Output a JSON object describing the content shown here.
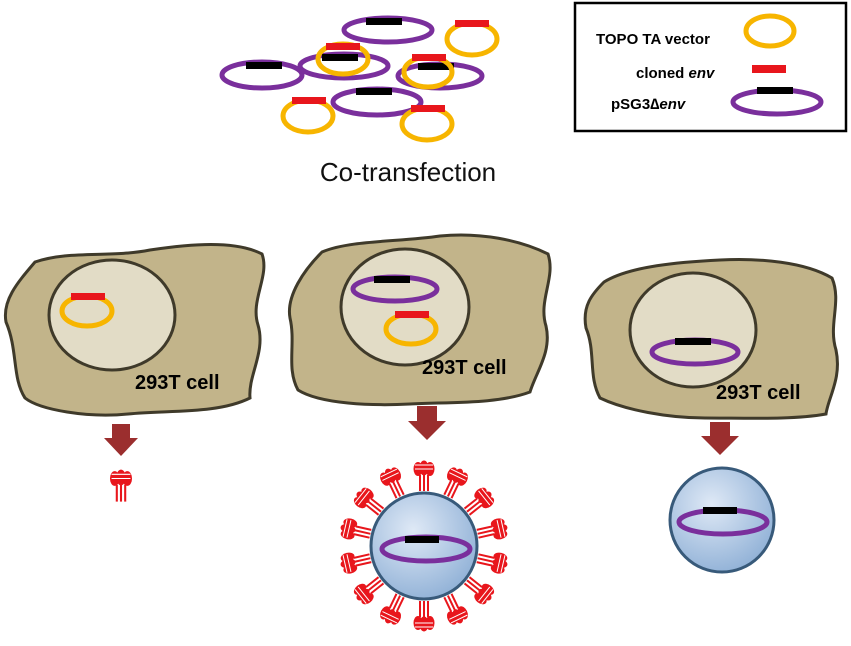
{
  "title": "Co-transfection",
  "legend": {
    "topo_label": "TOPO TA vector",
    "env_label_prefix": "cloned ",
    "env_label_italic": "env",
    "psg_label_prefix": "pSG3∆",
    "psg_label_italic": "env"
  },
  "cells": [
    {
      "label": "293T cell"
    },
    {
      "label": "293T cell"
    },
    {
      "label": "293T cell"
    }
  ],
  "colors": {
    "topo_ring": "#f7b500",
    "psg_ring": "#7a2f9c",
    "env_insert": "#e8161c",
    "backbone_insert": "#000000",
    "cell_fill": "#c2b48a",
    "nucleus_fill": "#e2dcc6",
    "arrow": "#9b2e2e",
    "virion_fill": "#b9cde6",
    "virion_stroke": "#385a7a",
    "spike": "#e8161c"
  }
}
